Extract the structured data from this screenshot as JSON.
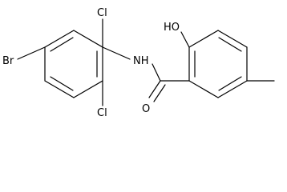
{
  "molecule": {
    "atom_labels": {
      "br": "Br",
      "cl_top": "Cl",
      "cl_bottom": "Cl",
      "nh": "NH",
      "oh": "HO",
      "o": "O"
    }
  }
}
